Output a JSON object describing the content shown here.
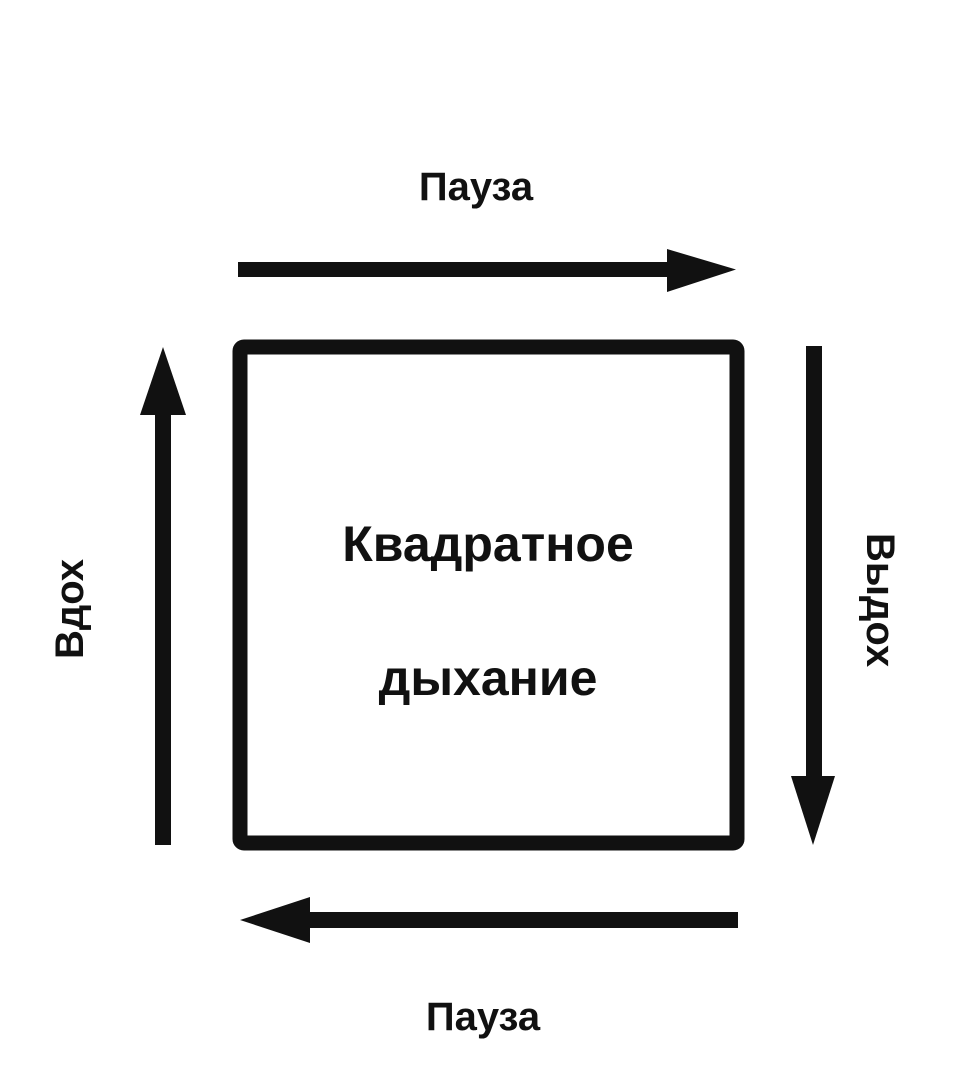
{
  "diagram": {
    "center_title_line1": "Квадратное",
    "center_title_line2": "дыхание",
    "top_label": "Пауза",
    "right_label": "Выдох",
    "bottom_label": "Пауза",
    "left_label": "Вдох",
    "colors": {
      "stroke": "#111111",
      "background": "#ffffff"
    },
    "arrows": [
      {
        "edge": "top",
        "direction": "right"
      },
      {
        "edge": "right",
        "direction": "down"
      },
      {
        "edge": "bottom",
        "direction": "left"
      },
      {
        "edge": "left",
        "direction": "up"
      }
    ]
  }
}
